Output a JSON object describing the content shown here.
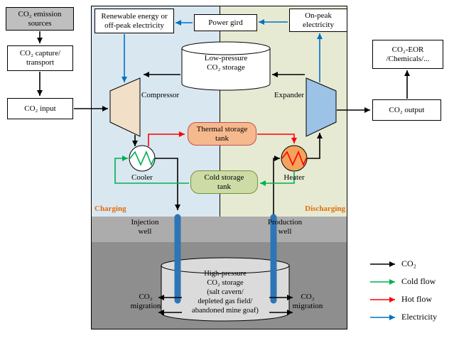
{
  "capture_chain": {
    "emission_lines": [
      "CO₂ emission",
      "sources"
    ],
    "capture_lines": [
      "CO₂ capture/",
      "transport"
    ],
    "input_label": "CO₂ input"
  },
  "grid": {
    "renewable_lines": [
      "Renewable energy or",
      "off-peak electricity"
    ],
    "power_grid_label": "Power gird",
    "on_peak_lines": [
      "On-peak",
      "electricity"
    ]
  },
  "utilization": {
    "eor_lines": [
      "CO₂-EOR",
      "/Chemicals/..."
    ],
    "output_label": "CO₂ output"
  },
  "plant": {
    "low_pressure_lines": [
      "Low-pressure",
      "CO₂ storage"
    ],
    "compressor_label": "Compressor",
    "expander_label": "Expander",
    "thermal_tank_lines": [
      "Thermal storage",
      "tank"
    ],
    "cold_tank_lines": [
      "Cold storage",
      "tank"
    ],
    "cooler_label": "Cooler",
    "heater_label": "Heater",
    "charging_label": "Charging",
    "discharging_label": "Discharging"
  },
  "subsurface": {
    "injection_well_lines": [
      "Injection",
      "well"
    ],
    "production_well_lines": [
      "Production",
      "well"
    ],
    "high_pressure_lines": [
      "High-pressure",
      "CO₂ storage",
      "(salt cavern/",
      "depleted gas field/",
      "abandoned mine goaf)"
    ],
    "migration_left_lines": [
      "CO₂",
      "migration"
    ],
    "migration_right_lines": [
      "CO₂",
      "migration"
    ]
  },
  "legend": {
    "items": [
      {
        "label": "CO₂",
        "color": "#000000"
      },
      {
        "label": "Cold flow",
        "color": "#00B050"
      },
      {
        "label": "Hot flow",
        "color": "#FF0000"
      },
      {
        "label": "Electricity",
        "color": "#0070C0"
      }
    ]
  },
  "colors": {
    "co2_flow": "#000000",
    "cold_flow": "#00B050",
    "hot_flow": "#FF0000",
    "electricity": "#0070C0",
    "charging_zone": "#D9E7F1",
    "discharging_zone": "#E6EAD3",
    "phase_label": "#E36C0A",
    "caprock": "#ACACAC",
    "underground": "#8E8E8E",
    "well": "#2E75B6",
    "compressor": "#F1DFC8",
    "expander": "#9CC2E5",
    "thermal_tank": "#F6B98E",
    "cold_tank": "#CDDBA6",
    "heater": "#F4A35C",
    "emission_box": "#BFBFBF",
    "hp_cylinder": "#DBDBDB"
  }
}
